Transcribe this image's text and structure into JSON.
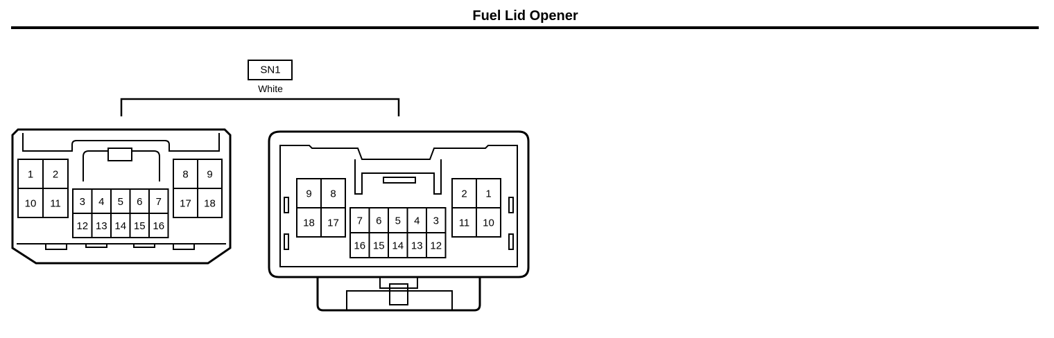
{
  "title": "Fuel Lid Opener",
  "connector": {
    "code": "SN1",
    "color_name": "White"
  },
  "left_connector": {
    "pins": [
      {
        "id": "l1",
        "label": "1"
      },
      {
        "id": "l2",
        "label": "2"
      },
      {
        "id": "l10",
        "label": "10"
      },
      {
        "id": "l11",
        "label": "11"
      },
      {
        "id": "l8",
        "label": "8"
      },
      {
        "id": "l9",
        "label": "9"
      },
      {
        "id": "l17",
        "label": "17"
      },
      {
        "id": "l18",
        "label": "18"
      },
      {
        "id": "l3",
        "label": "3"
      },
      {
        "id": "l4",
        "label": "4"
      },
      {
        "id": "l5",
        "label": "5"
      },
      {
        "id": "l6",
        "label": "6"
      },
      {
        "id": "l7",
        "label": "7"
      },
      {
        "id": "l12",
        "label": "12"
      },
      {
        "id": "l13",
        "label": "13"
      },
      {
        "id": "l14",
        "label": "14"
      },
      {
        "id": "l15",
        "label": "15"
      },
      {
        "id": "l16",
        "label": "16"
      }
    ]
  },
  "right_connector": {
    "pins": [
      {
        "id": "r9",
        "label": "9"
      },
      {
        "id": "r8",
        "label": "8"
      },
      {
        "id": "r18",
        "label": "18"
      },
      {
        "id": "r17",
        "label": "17"
      },
      {
        "id": "r2",
        "label": "2"
      },
      {
        "id": "r1",
        "label": "1"
      },
      {
        "id": "r11",
        "label": "11"
      },
      {
        "id": "r10",
        "label": "10"
      },
      {
        "id": "r7",
        "label": "7"
      },
      {
        "id": "r6",
        "label": "6"
      },
      {
        "id": "r5",
        "label": "5"
      },
      {
        "id": "r4",
        "label": "4"
      },
      {
        "id": "r3",
        "label": "3"
      },
      {
        "id": "r16",
        "label": "16"
      },
      {
        "id": "r15",
        "label": "15"
      },
      {
        "id": "r14",
        "label": "14"
      },
      {
        "id": "r13",
        "label": "13"
      },
      {
        "id": "r12",
        "label": "12"
      }
    ]
  }
}
